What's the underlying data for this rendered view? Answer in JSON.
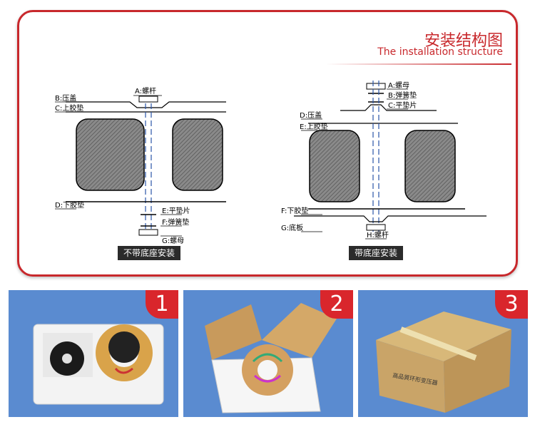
{
  "header": {
    "title_cn": "安装结构图",
    "title_en": "The installation structure"
  },
  "left_diagram": {
    "caption": "不带底座安装",
    "labels": {
      "a": "A:螺杆",
      "b": "B:压盖",
      "c": "C:上胶垫",
      "d": "D:下胶垫",
      "e": "E:平垫片",
      "f": "F:弹簧垫",
      "g": "G:螺母"
    }
  },
  "right_diagram": {
    "caption": "带底座安装",
    "labels": {
      "a": "A:螺母",
      "b": "B:弹簧垫",
      "c": "C:平垫片",
      "d": "D:压盖",
      "e": "E:上胶垫",
      "f": "F:下胶垫",
      "g": "G:底板",
      "h": "H:螺杆"
    }
  },
  "photos": [
    {
      "step": "1"
    },
    {
      "step": "2"
    },
    {
      "step": "3",
      "box_text": "高品質环形变压器"
    }
  ],
  "colors": {
    "accent": "#c8282c",
    "badge": "#d9262c",
    "photo_bg": "#4e7fc4"
  }
}
